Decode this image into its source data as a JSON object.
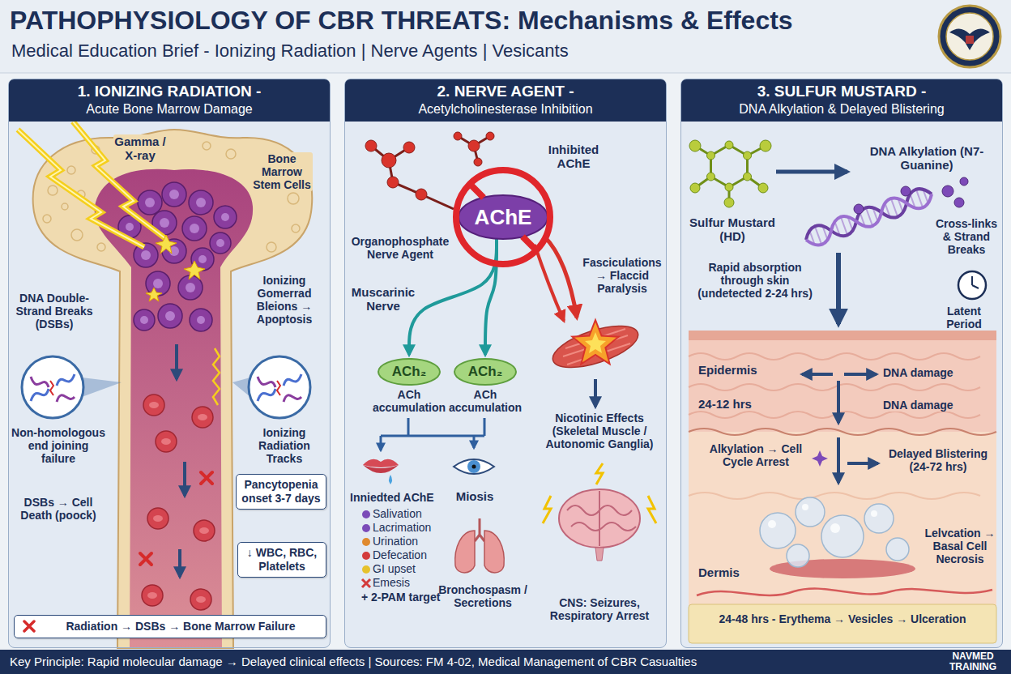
{
  "diagram": {
    "title": "PATHOPHYSIOLOGY OF CBR THREATS: Mechanisms & Effects",
    "caption": "Key Principle: Rapid molecular damage → Delayed clinical effects | Sources: FM 4-02, Medical Management of CBR Casualties",
    "nodes": [
      {
        "text": [
          "1. IONIZING RADIATION -",
          "Acute Bone Marrow Damage"
        ]
      },
      {
        "text": [
          "Pancytopenia onset 3-7 days"
        ],
        "in": 0
      },
      {
        "text": [
          "↓ WBC, RBC, Platelets"
        ],
        "in": 0
      },
      {
        "text": [
          "Radiation → DSBs → Bone Marrow Failure"
        ],
        "in": 0
      },
      {
        "text": [
          "2. NERVE AGENT -",
          "Acetylcholinesterase Inhibition"
        ]
      },
      {
        "text": [
          "AChE"
        ],
        "in": 4
      },
      {
        "text": [
          "ACh₂",
          "ACh accumulation"
        ],
        "in": 4
      },
      {
        "text": [
          "ACh₂",
          "ACh accumulation"
        ],
        "in": 4
      },
      {
        "text": [
          "3. SULFUR MUSTARD -",
          "DNA Alkylation & Delayed Blistering"
        ]
      }
    ],
    "edges": [
      {
        "from": 5,
        "to": 6,
        "arrow": "to"
      },
      {
        "from": 5,
        "to": 7,
        "arrow": "to"
      }
    ],
    "labels": [
      "Medical Education Brief - Ionizing Radiation | Nerve Agents | Vesicants",
      "Gamma / X-ray",
      "Bone Marrow Stem Cells",
      "DNA Double-Strand Breaks (DSBs)",
      "Ionizing Gomerrad Bleions → Apoptosis",
      "Non-homologous end joining failure",
      "Ionizing Radiation Tracks",
      "DSBs → Cell Death (poock)",
      "Inhibited AChE",
      "Organophosphate Nerve Agent",
      "Muscarinic Nerve",
      "Fasciculations → Flaccid Paralysis",
      "Nicotinic Effects (Skeletal Muscle / Autonomic Ganglia)",
      "Inniedted AChE",
      "Salivation",
      "Lacrimation",
      "Urination",
      "Defecation",
      "GI upset",
      "Emesis",
      "+ 2-PAM target",
      "Miosis",
      "Bronchospasm / Secretions",
      "CNS: Seizures, Respiratory Arrest",
      "Sulfur Mustard (HD)",
      "DNA Alkylation (N7-Guanine)",
      "Cross-links & Strand Breaks",
      "Rapid absorption through skin (undetected 2-24 hrs)",
      "Latent Period",
      "Epidermis",
      "DNA damage",
      "24-12 hrs",
      "DNA damage",
      "Alkylation → Cell Cycle Arrest",
      "Delayed Blistering (24-72 hrs)",
      "Dermis",
      "Lelvcation → Basal Cell Necrosis",
      "24-48 hrs - Erythema → Vesicles → Ulceration",
      "NAVMED TRAINING"
    ]
  }
}
